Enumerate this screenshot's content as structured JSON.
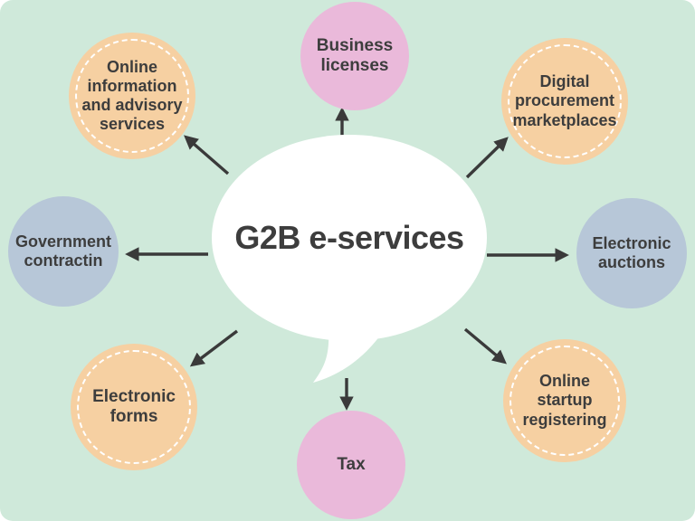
{
  "center": {
    "label": "G2B e-services"
  },
  "nodes": [
    {
      "id": "business-licenses",
      "label": "Business licenses",
      "color": "pink"
    },
    {
      "id": "online-information",
      "label": "Online information and advisory services",
      "color": "orange"
    },
    {
      "id": "digital-procurement",
      "label": "Digital procurement marketplaces",
      "color": "orange"
    },
    {
      "id": "government-contracting",
      "label": "Government contractin",
      "color": "blue"
    },
    {
      "id": "electronic-auctions",
      "label": "Electronic auctions",
      "color": "blue"
    },
    {
      "id": "electronic-forms",
      "label": "Electronic forms",
      "color": "orange"
    },
    {
      "id": "online-startup-registering",
      "label": "Online startup registering",
      "color": "orange"
    },
    {
      "id": "tax",
      "label": "Tax",
      "color": "pink"
    }
  ],
  "colors": {
    "background": "#cfe9da",
    "orange": "#f6d0a2",
    "pink": "#eab9da",
    "blue": "#b7c7d8",
    "text": "#3d3d3d",
    "arrow": "#3a3a3a",
    "bubble": "#ffffff"
  }
}
